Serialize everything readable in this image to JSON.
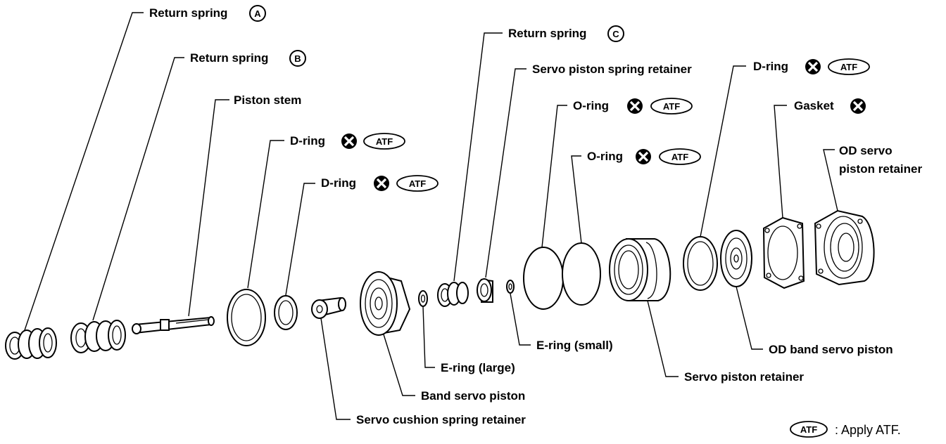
{
  "labels": {
    "return_spring_a": "Return spring",
    "return_spring_b": "Return spring",
    "piston_stem": "Piston stem",
    "d_ring_1": "D-ring",
    "d_ring_2": "D-ring",
    "return_spring_c": "Return spring",
    "servo_piston_spring_retainer": "Servo piston spring retainer",
    "o_ring_1": "O-ring",
    "o_ring_2": "O-ring",
    "d_ring_3": "D-ring",
    "gasket": "Gasket",
    "od_servo_piston_retainer_line1": "OD servo",
    "od_servo_piston_retainer_line2": "piston retainer",
    "e_ring_small": "E-ring (small)",
    "od_band_servo_piston": "OD band servo piston",
    "servo_piston_retainer": "Servo piston retainer",
    "e_ring_large": "E-ring (large)",
    "band_servo_piston": "Band servo piston",
    "servo_cushion_spring_retainer": "Servo cushion spring retainer"
  },
  "badges": {
    "a": "A",
    "b": "B",
    "c": "C",
    "atf": "ATF"
  },
  "legend": {
    "atf_symbol": "ATF",
    "text": ": Apply ATF."
  }
}
